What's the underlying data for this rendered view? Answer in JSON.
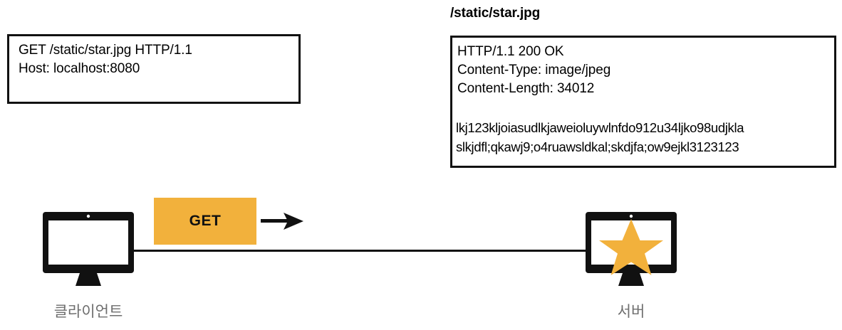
{
  "diagram": {
    "request": {
      "box_name": "http-request-box",
      "text": "GET /static/star.jpg HTTP/1.1\nHost: localhost:8080"
    },
    "response": {
      "title": "/static/star.jpg",
      "headers": "HTTP/1.1 200 OK\nContent-Type: image/jpeg\nContent-Length: 34012",
      "body": "lkj123kljoiasudlkjaweioluywlnfdo912u34ljko98udjkla\nslkjdfl;qkawj9;o4ruawsldkal;skdjfa;ow9ejkl3123123"
    },
    "flow": {
      "method_label": "GET",
      "arrow_direction": "right"
    },
    "nodes": {
      "client_caption": "클라이언트",
      "server_caption": "서버",
      "server_screen_content": "star-icon"
    },
    "colors": {
      "accent_orange": "#f2b13c",
      "ink": "#111111",
      "caption_gray": "#6e6e6e",
      "background": "#ffffff"
    }
  }
}
